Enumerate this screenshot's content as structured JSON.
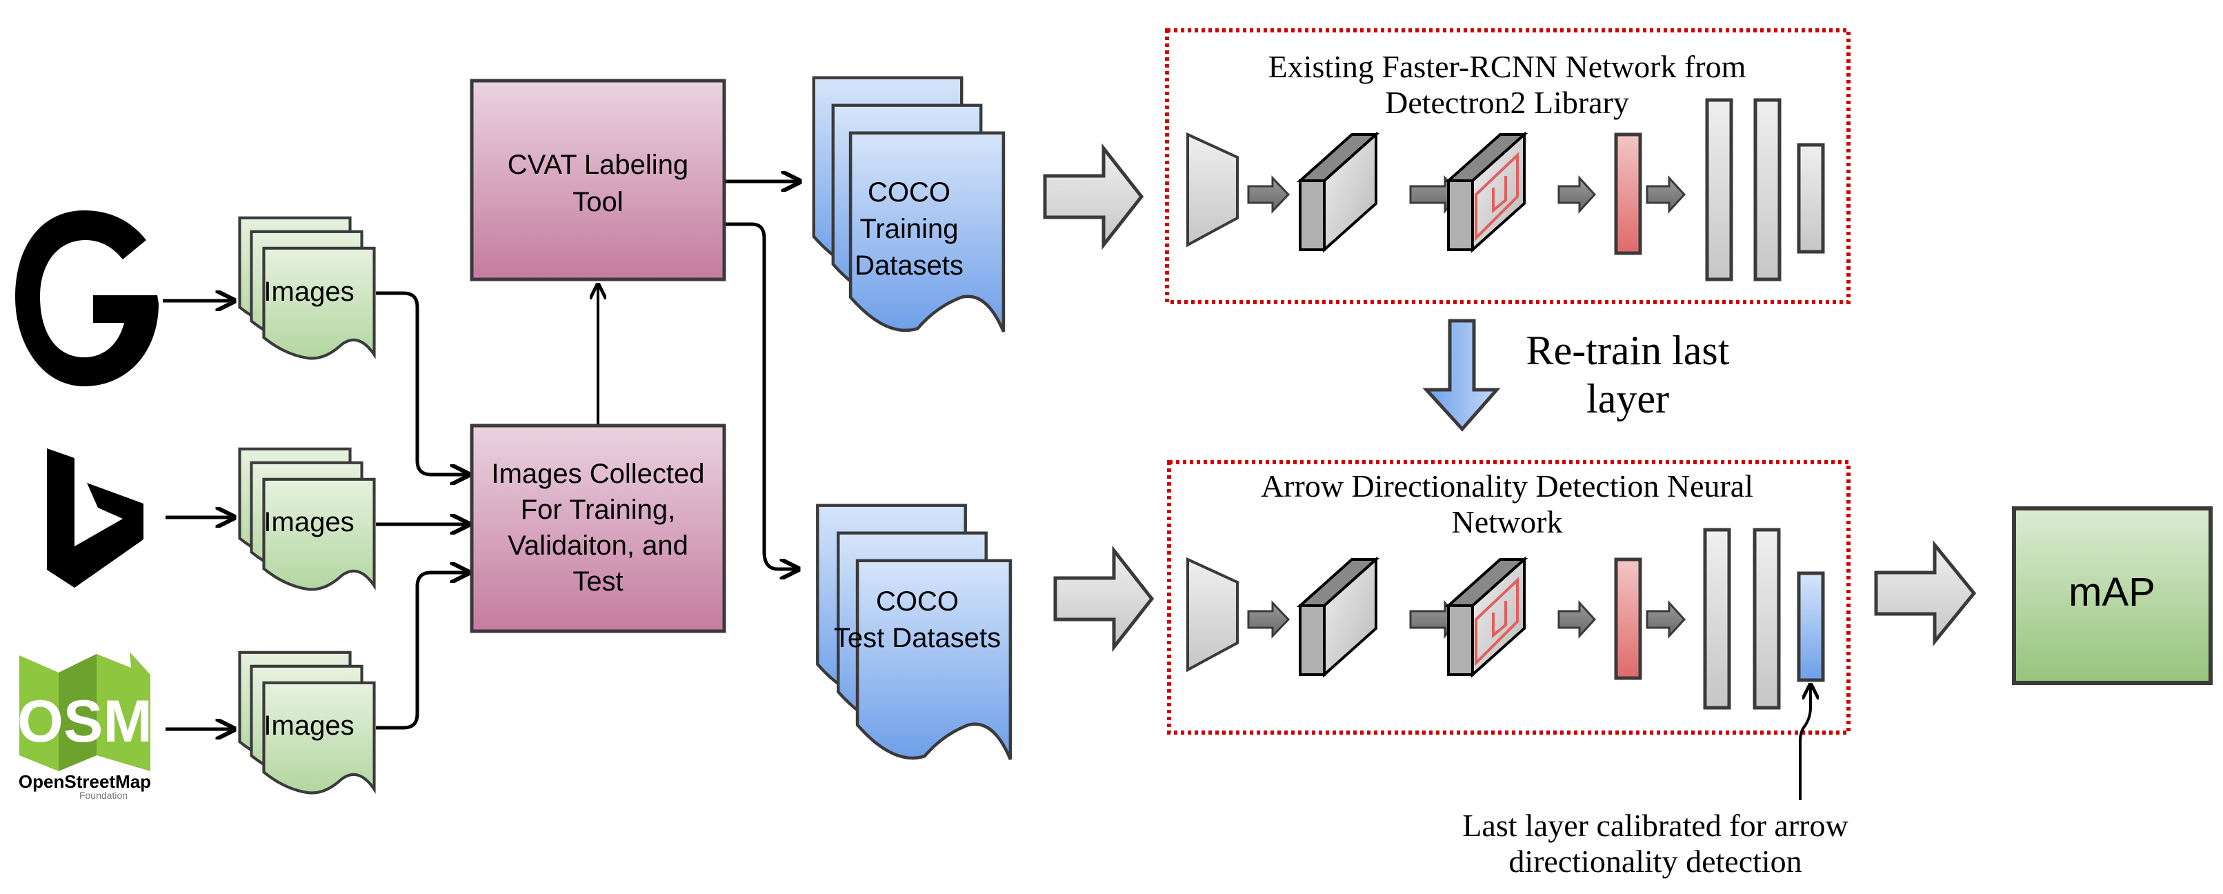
{
  "sources": [
    {
      "name": "Google",
      "icon": "google-g-logo"
    },
    {
      "name": "Bing",
      "icon": "bing-logo"
    },
    {
      "name": "OpenStreetMap Foundation",
      "icon": "osm-logo",
      "logo_text": "OSM",
      "caption": "OpenStreetMap",
      "subcaption": "Foundation"
    }
  ],
  "image_stacks": [
    {
      "label": "Images"
    },
    {
      "label": "Images"
    },
    {
      "label": "Images"
    }
  ],
  "collected_box": {
    "lines": [
      "Images Collected",
      "For Training,",
      "Validaiton, and",
      "Test"
    ]
  },
  "cvat_box": {
    "lines": [
      "CVAT Labeling",
      "Tool"
    ]
  },
  "coco_training": {
    "lines": [
      "COCO",
      "Training",
      "Datasets"
    ]
  },
  "coco_test": {
    "lines": [
      "COCO",
      "Test Datasets"
    ]
  },
  "existing_network": {
    "title_lines": [
      "Existing Faster-RCNN Network from",
      "Detectron2 Library"
    ]
  },
  "retrain": {
    "lines": [
      "Re-train last",
      "layer"
    ]
  },
  "arrow_network": {
    "title_lines": [
      "Arrow Directionality Detection Neural",
      "Network"
    ]
  },
  "annotation": {
    "lines": [
      "Last layer calibrated for arrow",
      "directionality detection"
    ]
  },
  "result_box": {
    "label": "mAP"
  },
  "colors": {
    "pink_top": "#e8cfdc",
    "pink_bottom": "#c57b9f",
    "green_top": "#e3f0dc",
    "green_bottom": "#b5d7a5",
    "blue_top": "#d2e2f8",
    "blue_bottom": "#6b9ee8",
    "red_dotted": "#d00000",
    "red_layer": "#e07070",
    "blue_layer": "#6f9be6",
    "osm_green": "#8dc63f"
  }
}
